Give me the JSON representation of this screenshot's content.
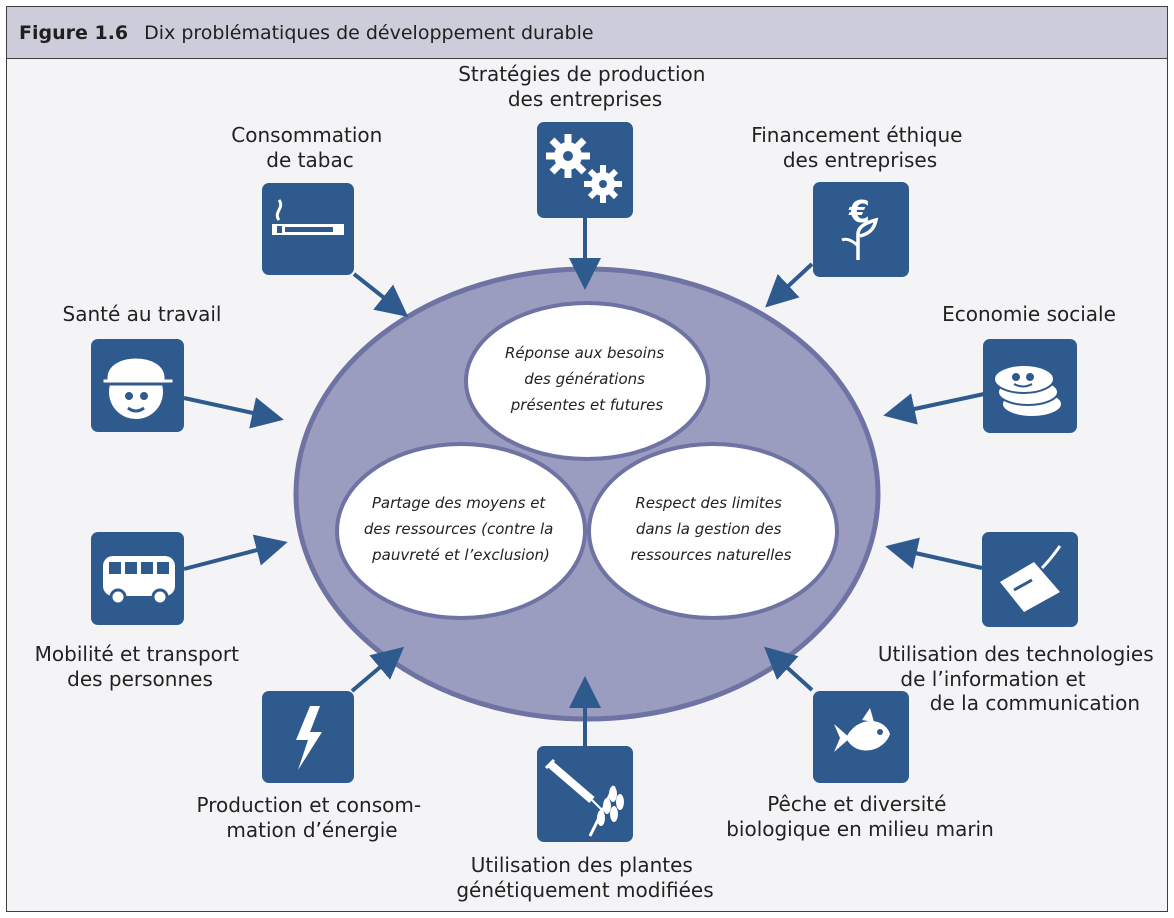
{
  "figure": {
    "label": "Figure 1.6",
    "title": "Dix problématiques de développement durable"
  },
  "center": {
    "circles": [
      {
        "lines": [
          "Réponse aux besoins",
          "des générations",
          "présentes et futures"
        ]
      },
      {
        "lines": [
          "Partage des moyens et",
          "des ressources (contre la",
          "pauvreté et l’exclusion)"
        ]
      },
      {
        "lines": [
          "Respect des limites",
          "dans la gestion des",
          "ressources naturelles"
        ]
      }
    ]
  },
  "issues": [
    {
      "lines": [
        "Stratégies de production",
        "des entreprises"
      ],
      "icon": "gears-icon"
    },
    {
      "lines": [
        "Consommation",
        "de tabac"
      ],
      "icon": "cigarette-icon"
    },
    {
      "lines": [
        "Financement éthique",
        "des entreprises"
      ],
      "icon": "euro-plant-icon"
    },
    {
      "lines": [
        "Santé au travail"
      ],
      "icon": "worker-helmet-icon"
    },
    {
      "lines": [
        "Economie sociale"
      ],
      "icon": "coins-icon"
    },
    {
      "lines": [
        "Mobilité et transport",
        "des personnes"
      ],
      "icon": "bus-icon"
    },
    {
      "lines": [
        "Utilisation des technologies",
        "de l’information et",
        "de la communication"
      ],
      "icon": "mouse-icon"
    },
    {
      "lines": [
        "Production et consom-",
        "mation d’énergie"
      ],
      "icon": "lightning-icon"
    },
    {
      "lines": [
        "Utilisation des plantes",
        "génétiquement modifiées"
      ],
      "icon": "syringe-wheat-icon"
    },
    {
      "lines": [
        "Pêche et diversité",
        "biologique en milieu marin"
      ],
      "icon": "fish-icon"
    }
  ],
  "colors": {
    "tile": "#2f5a8e",
    "arrow": "#2f5a8e",
    "ellipse_fill": "#9a9cc0",
    "ellipse_stroke": "#6f73a3",
    "circle_stroke": "#6f73a3",
    "header_bg": "#ccccdb"
  }
}
